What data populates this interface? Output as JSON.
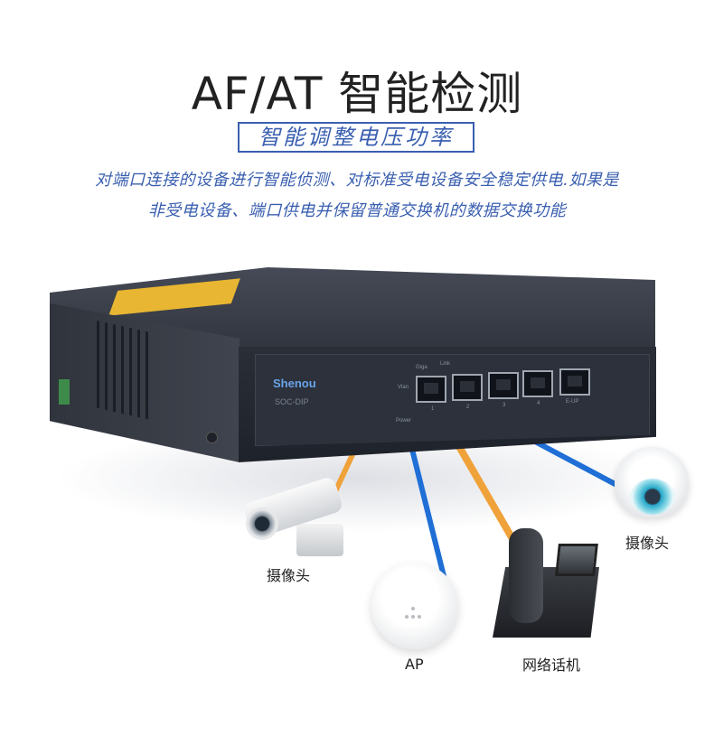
{
  "header": {
    "title": "AF/AT 智能检测",
    "subtitle": "智能调整电压功率",
    "description_line1": "对端口连接的设备进行智能侦测、对标准受电设备安全稳定供电.如果是",
    "description_line2": "非受电设备、端口供电并保留普通交换机的数据交换功能"
  },
  "switch": {
    "brand": "Shenou",
    "model": "SOC-DIP",
    "led_labels": {
      "vlan": "Vlan",
      "power": "Power",
      "giga": "Giga",
      "link": "Link"
    },
    "ports": [
      "1",
      "2",
      "3",
      "4",
      "E-UP"
    ]
  },
  "devices": {
    "bullet_camera_label": "摄像头",
    "ap_label": "AP",
    "phone_label": "网络话机",
    "dome_camera_label": "摄像头"
  },
  "colors": {
    "accent_blue": "#3a5fb0",
    "cable_blue": "#1f6fd6",
    "cable_orange": "#f0a23a"
  },
  "icons": [
    "bullet-camera-icon",
    "ap-icon",
    "ip-phone-icon",
    "dome-camera-icon"
  ]
}
